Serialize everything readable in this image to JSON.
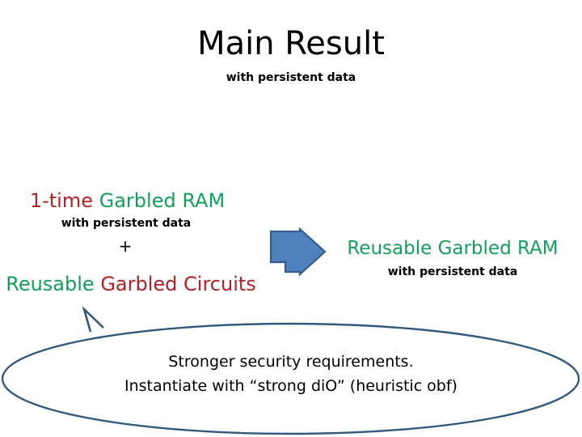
{
  "slide": {
    "title": "Main Result",
    "title_subtitle": "with persistent data",
    "background": "#ffffff"
  },
  "colors": {
    "red": "#b52025",
    "green": "#13a05a",
    "arrow_fill": "#4f81bd",
    "arrow_stroke": "#385d8a",
    "callout_stroke": "#31597d",
    "text": "#000000"
  },
  "left_block": {
    "line1_part1": "1-time ",
    "line1_part2": "Garbled RAM",
    "line2": "with persistent data",
    "line3_plus": "+",
    "line4_part1": "Reusable ",
    "line4_part2": "Garbled Circuits"
  },
  "arrow": {
    "icon": "right-block-arrow-icon",
    "direction": "right"
  },
  "right_block": {
    "line1": "Reusable Garbled RAM",
    "line2": "with persistent data"
  },
  "callout": {
    "shape": "oval-callout",
    "line1": "Stronger security requirements.",
    "line2": "Instantiate with “strong diO” (heuristic obf)"
  }
}
